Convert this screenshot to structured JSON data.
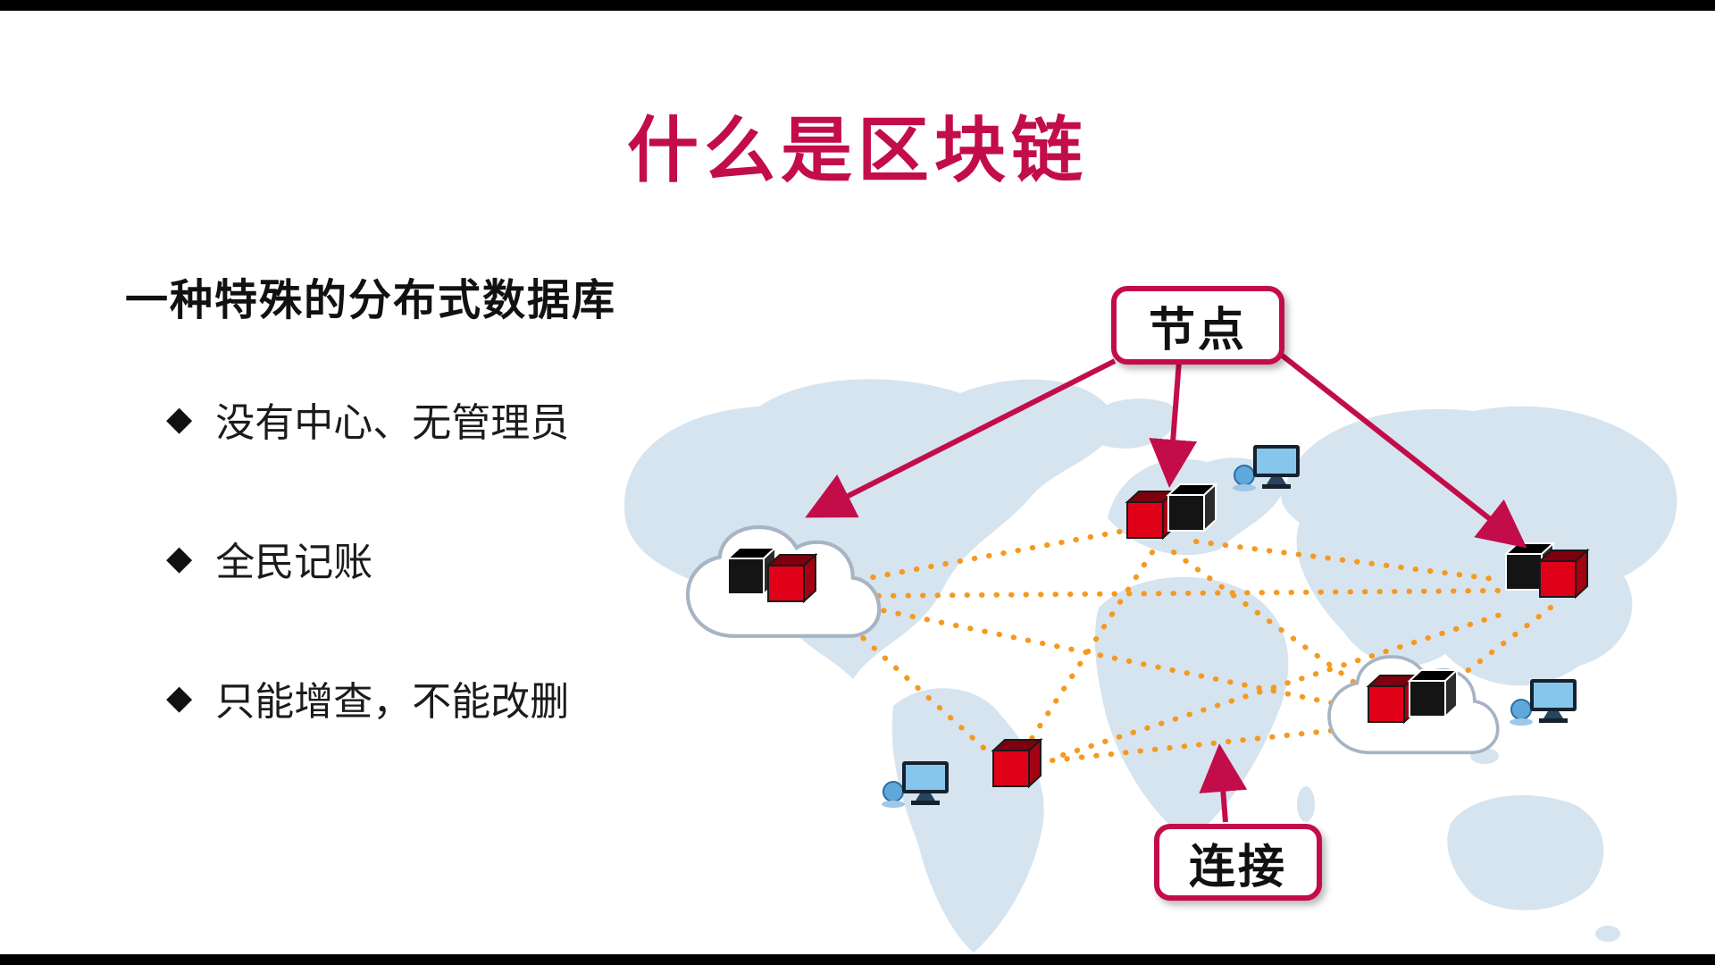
{
  "slide": {
    "title": "什么是区块链",
    "heading": "一种特殊的分布式数据库",
    "bullet_marker": "◆",
    "bullets": [
      "没有中心、无管理员",
      "全民记账",
      "只能增查，不能改删"
    ],
    "callouts": {
      "node": "节点",
      "connection": "连接"
    },
    "colors": {
      "accent": "#C30D4A",
      "dot_orange": "#F6991E",
      "map_blue": "#D6E4F0",
      "cube_red": "#E00018"
    }
  }
}
